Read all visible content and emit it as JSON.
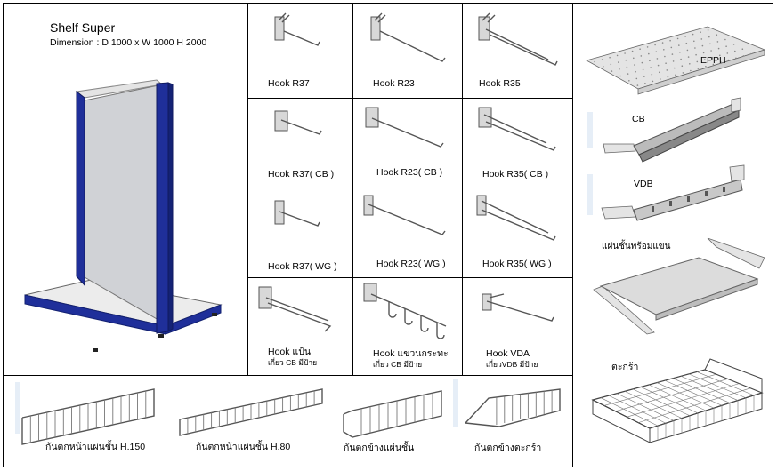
{
  "shelf": {
    "title": "Shelf Super",
    "dimension": "Dimension : D 1000 x W 1000 H 2000"
  },
  "hooks": [
    {
      "label": "Hook R37",
      "sub": ""
    },
    {
      "label": "Hook R23",
      "sub": ""
    },
    {
      "label": "Hook R35",
      "sub": ""
    },
    {
      "label": "Hook R37( CB )",
      "sub": ""
    },
    {
      "label": "Hook R23( CB )",
      "sub": ""
    },
    {
      "label": "Hook R35( CB )",
      "sub": ""
    },
    {
      "label": "Hook R37( WG )",
      "sub": ""
    },
    {
      "label": "Hook R23( WG )",
      "sub": ""
    },
    {
      "label": "Hook R35( WG )",
      "sub": ""
    },
    {
      "label": "Hook แป้น",
      "sub": "เกี่ยว CB มีป้าย"
    },
    {
      "label": "Hook แขวนกระทะ",
      "sub": "เกี่ยว CB มีป้าย"
    },
    {
      "label": "Hook VDA",
      "sub": "เกี่ยวVDB มีป้าย"
    }
  ],
  "accessories": {
    "epph": "EPPH",
    "cb": "CB",
    "vdb": "VDB",
    "shelf_bracket": "แผ่นชั้นพร้อมแขน",
    "basket": "ตะกร้า"
  },
  "fences": [
    {
      "label": "กันตกหน้าแผ่นชั้น H.150"
    },
    {
      "label": "กันตกหน้าแผ่นชั้น H.80"
    },
    {
      "label": "กันตกข้างแผ่นชั้น"
    },
    {
      "label": "กันตกข้างตะกร้า"
    }
  ],
  "colors": {
    "frame_blue": "#1f2f9a",
    "panel_grey": "#d0d2d6"
  }
}
